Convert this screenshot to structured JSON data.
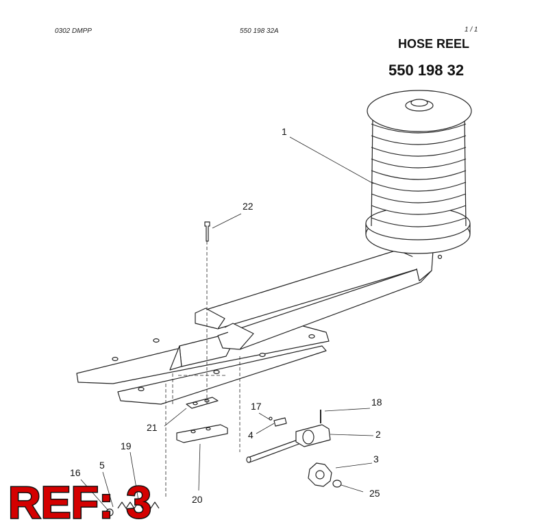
{
  "header": {
    "left_code": "0302 DMPP",
    "center_code": "550 198 32A",
    "page": "1 /   1",
    "title": "HOSE REEL",
    "part_number": "550 198 32"
  },
  "callouts": [
    "1",
    "22",
    "17",
    "18",
    "4",
    "2",
    "21",
    "3",
    "19",
    "16",
    "5",
    "25",
    "20"
  ],
  "ref_label": "REF: 3",
  "colors": {
    "ref_fill": "#d40000",
    "line": "#222222"
  }
}
